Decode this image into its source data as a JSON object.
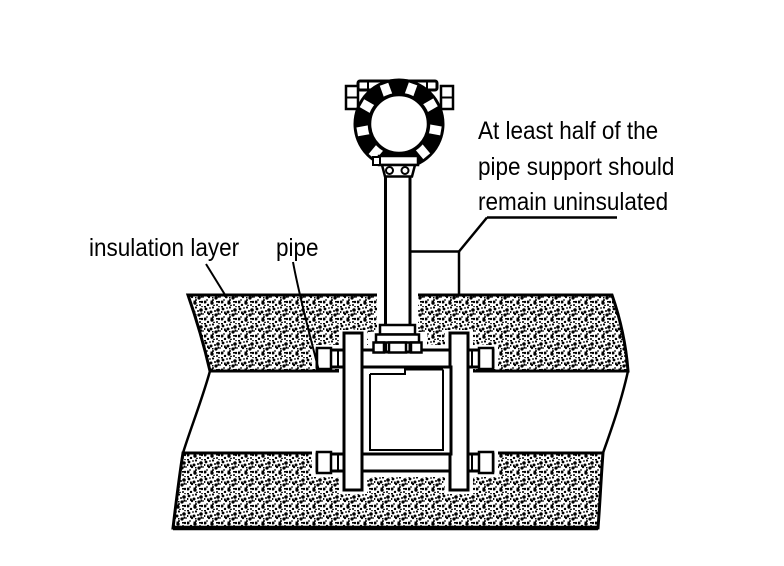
{
  "diagram": {
    "background": "#ffffff",
    "line_color": "#000000",
    "labels": {
      "insulation_layer": "insulation layer",
      "pipe": "pipe"
    },
    "note": {
      "line1": "At least half of the",
      "line2": "pipe support should",
      "line3": "remain uninsulated"
    }
  }
}
